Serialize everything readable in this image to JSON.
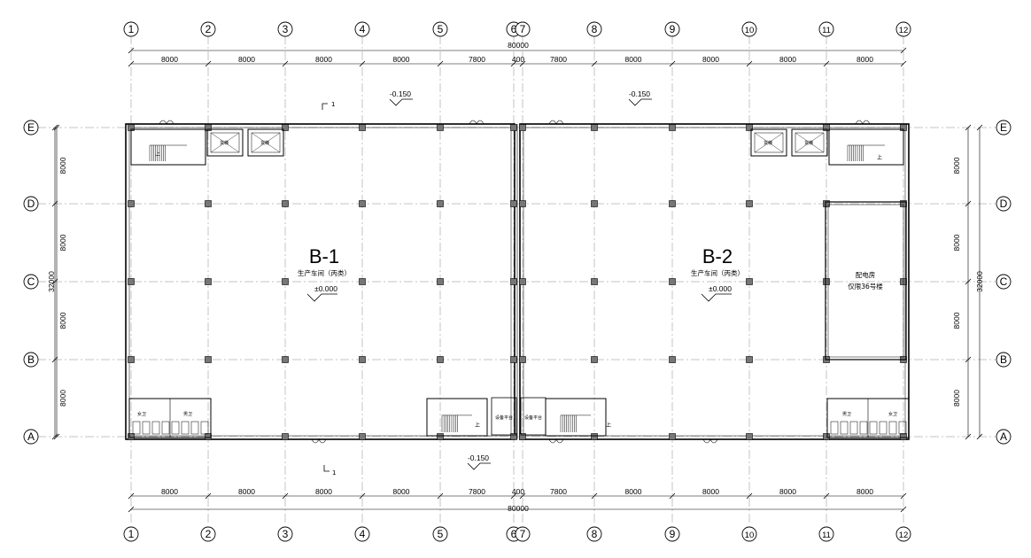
{
  "axes": {
    "columns": [
      "1",
      "2",
      "3",
      "4",
      "5",
      "6",
      "7",
      "8",
      "9",
      "10",
      "11",
      "12"
    ],
    "rows": [
      "A",
      "B",
      "C",
      "D",
      "E"
    ]
  },
  "dimensions": {
    "total_length": "80000",
    "bays": [
      "8000",
      "8000",
      "8000",
      "8000",
      "7800",
      "400",
      "7800",
      "8000",
      "8000",
      "8000",
      "8000"
    ],
    "total_width": "32000",
    "row_bays": [
      "8000",
      "8000",
      "8000",
      "8000"
    ]
  },
  "units": {
    "b1": {
      "name": "B-1",
      "use": "生产车间（丙类）",
      "elevation": "±0.000"
    },
    "b2": {
      "name": "B-2",
      "use": "生产车间（丙类）",
      "elevation": "±0.000"
    }
  },
  "elevations": {
    "outdoor": "-0.150"
  },
  "rooms": {
    "power_room_line1": "配电房",
    "power_room_line2": "仅限36号楼",
    "womens_wc": "女卫",
    "mens_wc": "男卫",
    "equipment_platform": "设备平台",
    "elevator": "货梯"
  },
  "section_marker": "1",
  "stair_mark": "上"
}
